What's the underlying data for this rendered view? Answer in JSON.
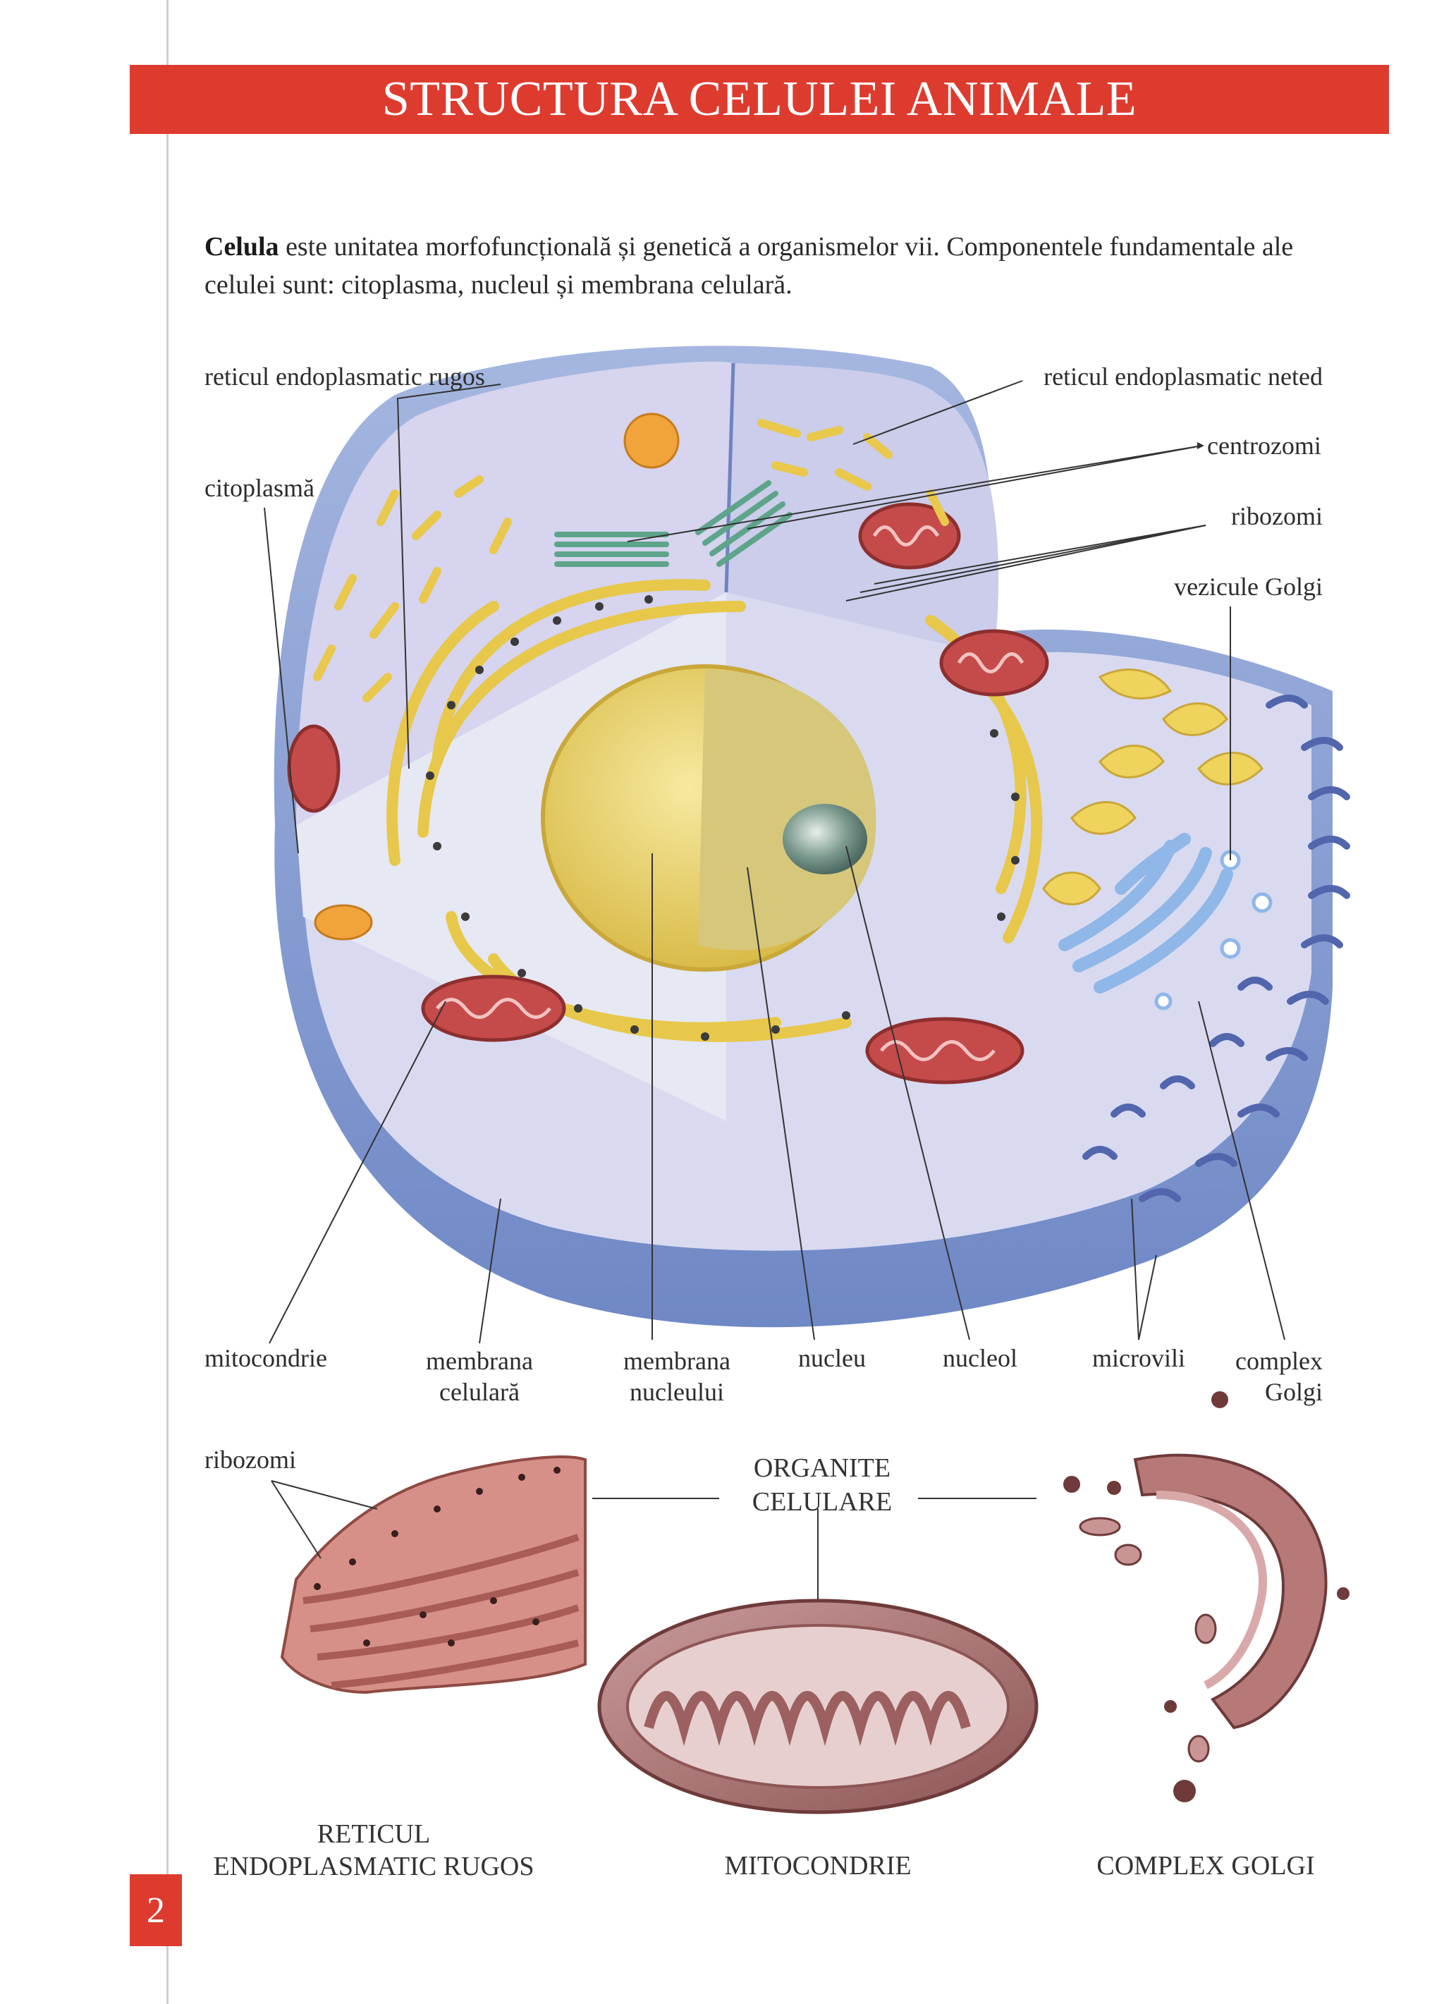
{
  "header": {
    "title": "STRUCTURA CELULEI ANIMALE"
  },
  "intro": {
    "bold": "Celula",
    "text": "este unitatea morfofuncțională și genetică a organismelor vii. Componentele fundamentale ale celulei sunt: citoplasma, nucleul și membrana celulară."
  },
  "labels": {
    "rer": "reticul endoplasmatic rugos",
    "ser": "reticul endoplasmatic neted",
    "centrozomi": "centrozomi",
    "citoplasma": "citoplasmă",
    "ribozomi": "ribozomi",
    "vezicule": "vezicule Golgi",
    "mitocondrie": "mitocondrie",
    "membrana_celulara_1": "membrana",
    "membrana_celulara_2": "celulară",
    "membrana_nucleului_1": "membrana",
    "membrana_nucleului_2": "nucleului",
    "nucleu": "nucleu",
    "nucleol": "nucleol",
    "microvili": "microvili",
    "complex_golgi_1": "complex",
    "complex_golgi_2": "Golgi",
    "ribozomi_lower": "ribozomi"
  },
  "organite": {
    "line1": "ORGANITE",
    "line2": "CELULARE"
  },
  "captions": {
    "rer_1": "RETICUL",
    "rer_2": "ENDOPLASMATIC RUGOS",
    "mito": "MITOCONDRIE",
    "golgi": "COMPLEX GOLGI"
  },
  "page_number": "2",
  "colors": {
    "accent": "#de3b2f",
    "cell_blue": "#7d93cc",
    "cytoplasm": "#d8d8ee",
    "nucleus": "#e8d36a",
    "mitochondria": "#c24a4a",
    "golgi": "#8fb6e6"
  }
}
